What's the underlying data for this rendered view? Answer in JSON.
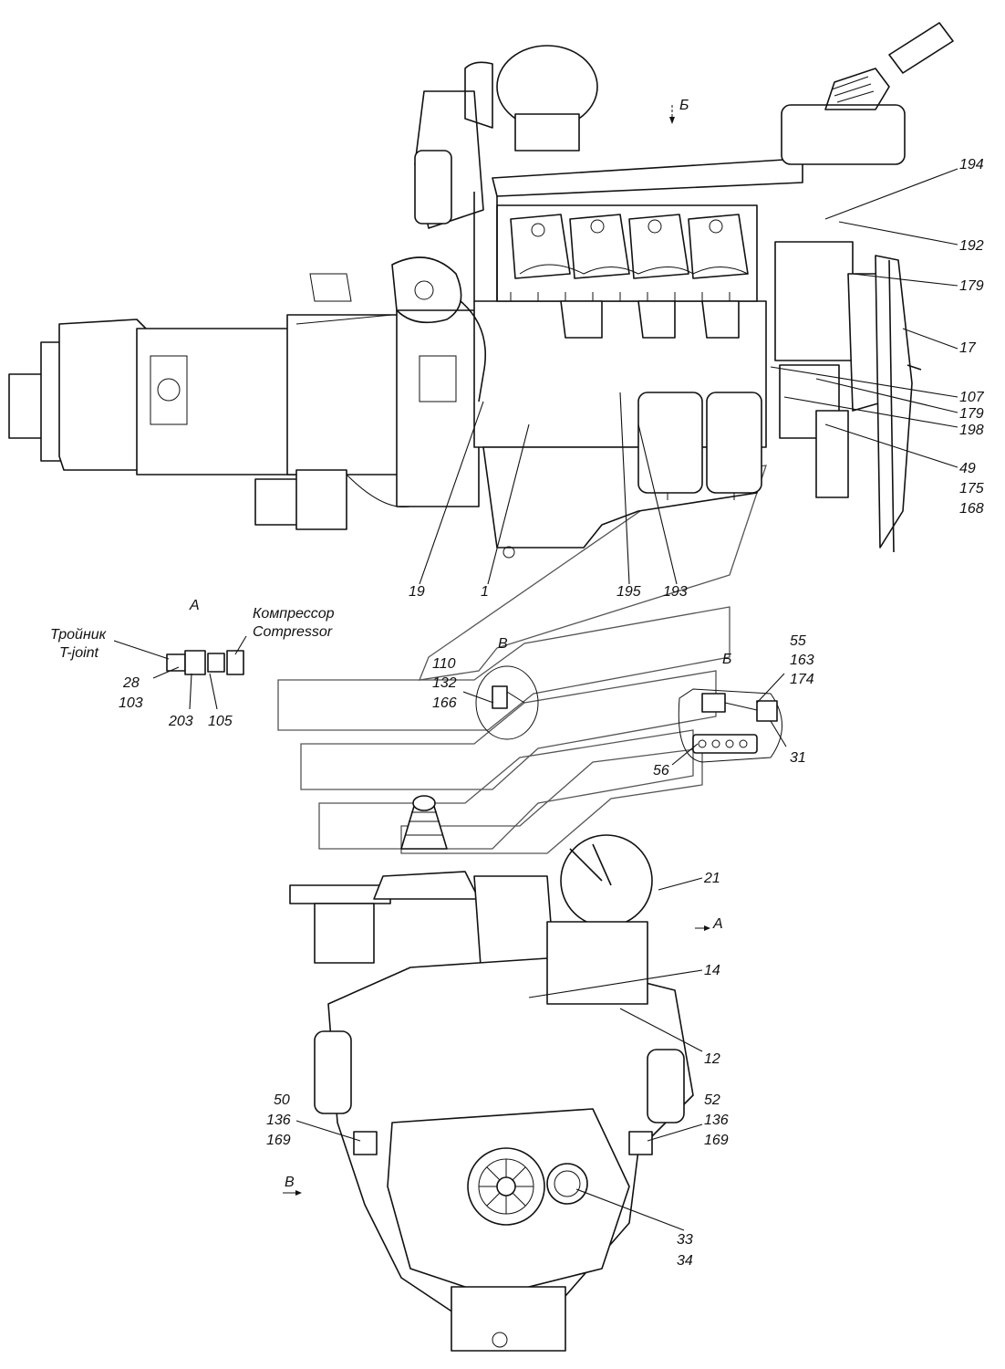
{
  "view_marks": {
    "b_top": "Б",
    "a": "А",
    "v": "В",
    "b_detail": "Б",
    "a_front": "А",
    "v_front": "В"
  },
  "detail_a": {
    "tee_ru": "Тройник",
    "tee_en": "T-joint",
    "compressor_ru": "Компрессор",
    "compressor_en": "Compressor",
    "labels": [
      "28",
      "103",
      "203",
      "105"
    ]
  },
  "detail_v": {
    "labels": [
      "110",
      "132",
      "166"
    ]
  },
  "detail_b": {
    "labels": [
      "55",
      "163",
      "174",
      "56",
      "31"
    ]
  },
  "side_view": {
    "right_labels": [
      "194",
      "192",
      "179",
      "17",
      "107",
      "179",
      "198",
      "49",
      "175",
      "168"
    ],
    "bottom_labels": [
      "19",
      "1",
      "195",
      "193"
    ]
  },
  "front_view": {
    "labels": [
      "21",
      "14",
      "12",
      "50",
      "136",
      "169",
      "52",
      "136",
      "169",
      "33",
      "34"
    ]
  }
}
